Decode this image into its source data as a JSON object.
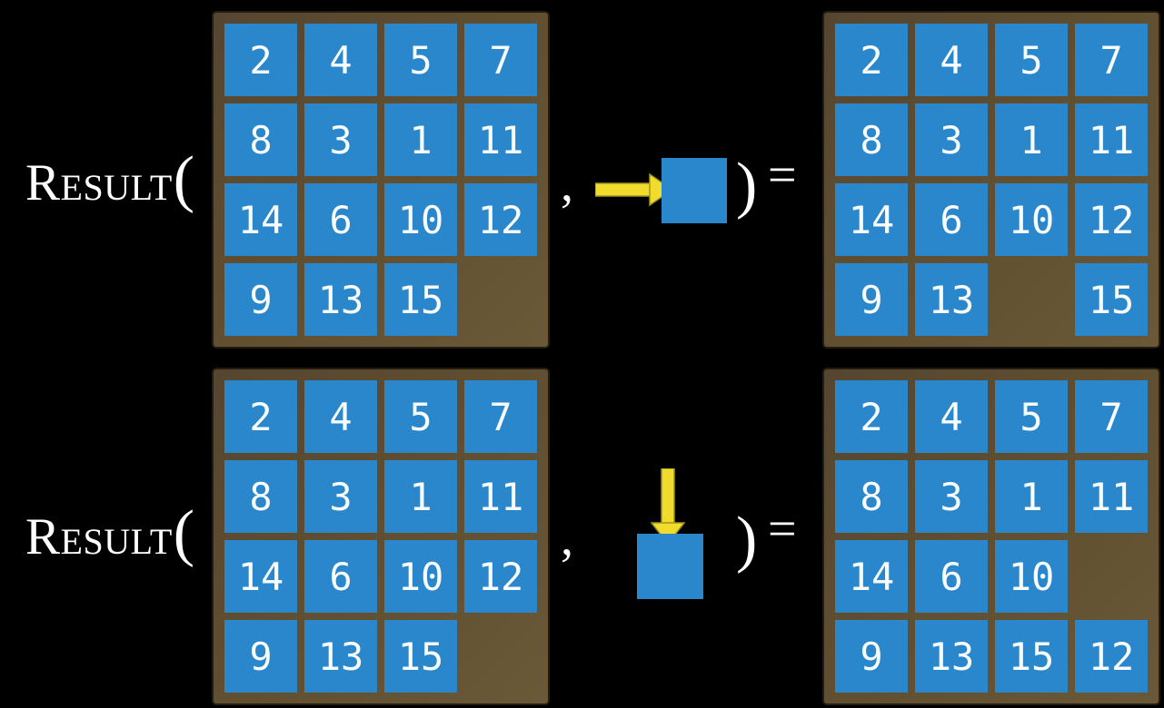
{
  "figure": {
    "function_label": "Result",
    "open_paren": "(",
    "comma": ",",
    "close_paren": ")",
    "equals": "="
  },
  "colors": {
    "background": "#000000",
    "board_frame": "#5f4e2f",
    "board_border": "#231c11",
    "tile": "#2a87cb",
    "tile_text": "#fafdff",
    "label_text": "#ffffff",
    "arrow_fill": "#f1db2c",
    "arrow_stroke": "#a0931f"
  },
  "examples": [
    {
      "name": "slide-right",
      "action_icon": "arrow-right-into-tile-icon",
      "input_grid": [
        [
          "2",
          "4",
          "5",
          "7"
        ],
        [
          "8",
          "3",
          "1",
          "11"
        ],
        [
          "14",
          "6",
          "10",
          "12"
        ],
        [
          "9",
          "13",
          "15",
          ""
        ]
      ],
      "output_grid": [
        [
          "2",
          "4",
          "5",
          "7"
        ],
        [
          "8",
          "3",
          "1",
          "11"
        ],
        [
          "14",
          "6",
          "10",
          "12"
        ],
        [
          "9",
          "13",
          "",
          "15"
        ]
      ]
    },
    {
      "name": "slide-down",
      "action_icon": "arrow-down-into-tile-icon",
      "input_grid": [
        [
          "2",
          "4",
          "5",
          "7"
        ],
        [
          "8",
          "3",
          "1",
          "11"
        ],
        [
          "14",
          "6",
          "10",
          "12"
        ],
        [
          "9",
          "13",
          "15",
          ""
        ]
      ],
      "output_grid": [
        [
          "2",
          "4",
          "5",
          "7"
        ],
        [
          "8",
          "3",
          "1",
          "11"
        ],
        [
          "14",
          "6",
          "10",
          ""
        ],
        [
          "9",
          "13",
          "15",
          "12"
        ]
      ]
    }
  ]
}
